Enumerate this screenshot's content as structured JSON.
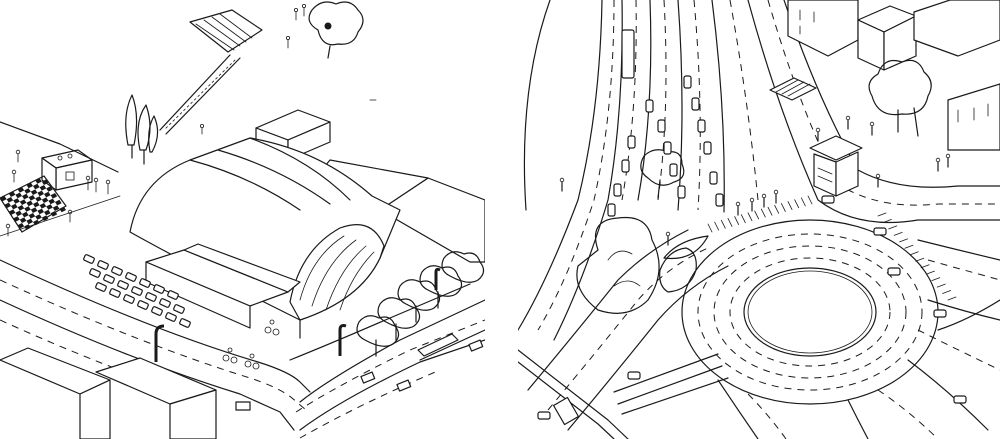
{
  "panels": [
    {
      "name": "left-sketch",
      "description_text": "",
      "elements": [
        "arched-hall",
        "checkerboard-plaza",
        "kiosk",
        "parking-lot",
        "road",
        "trees",
        "pedestrian-bridge",
        "streetlamps",
        "cyclists"
      ]
    },
    {
      "name": "right-sketch",
      "description_text": "",
      "elements": [
        "roundabout",
        "multi-lane-roads",
        "crosswalks",
        "kiosk",
        "buildings",
        "trees",
        "bus",
        "cars",
        "pedestrians"
      ]
    }
  ],
  "style": {
    "ink_color": "#1a1a1a",
    "paper_color": "#ffffff",
    "divider_color": "#ffffff"
  }
}
